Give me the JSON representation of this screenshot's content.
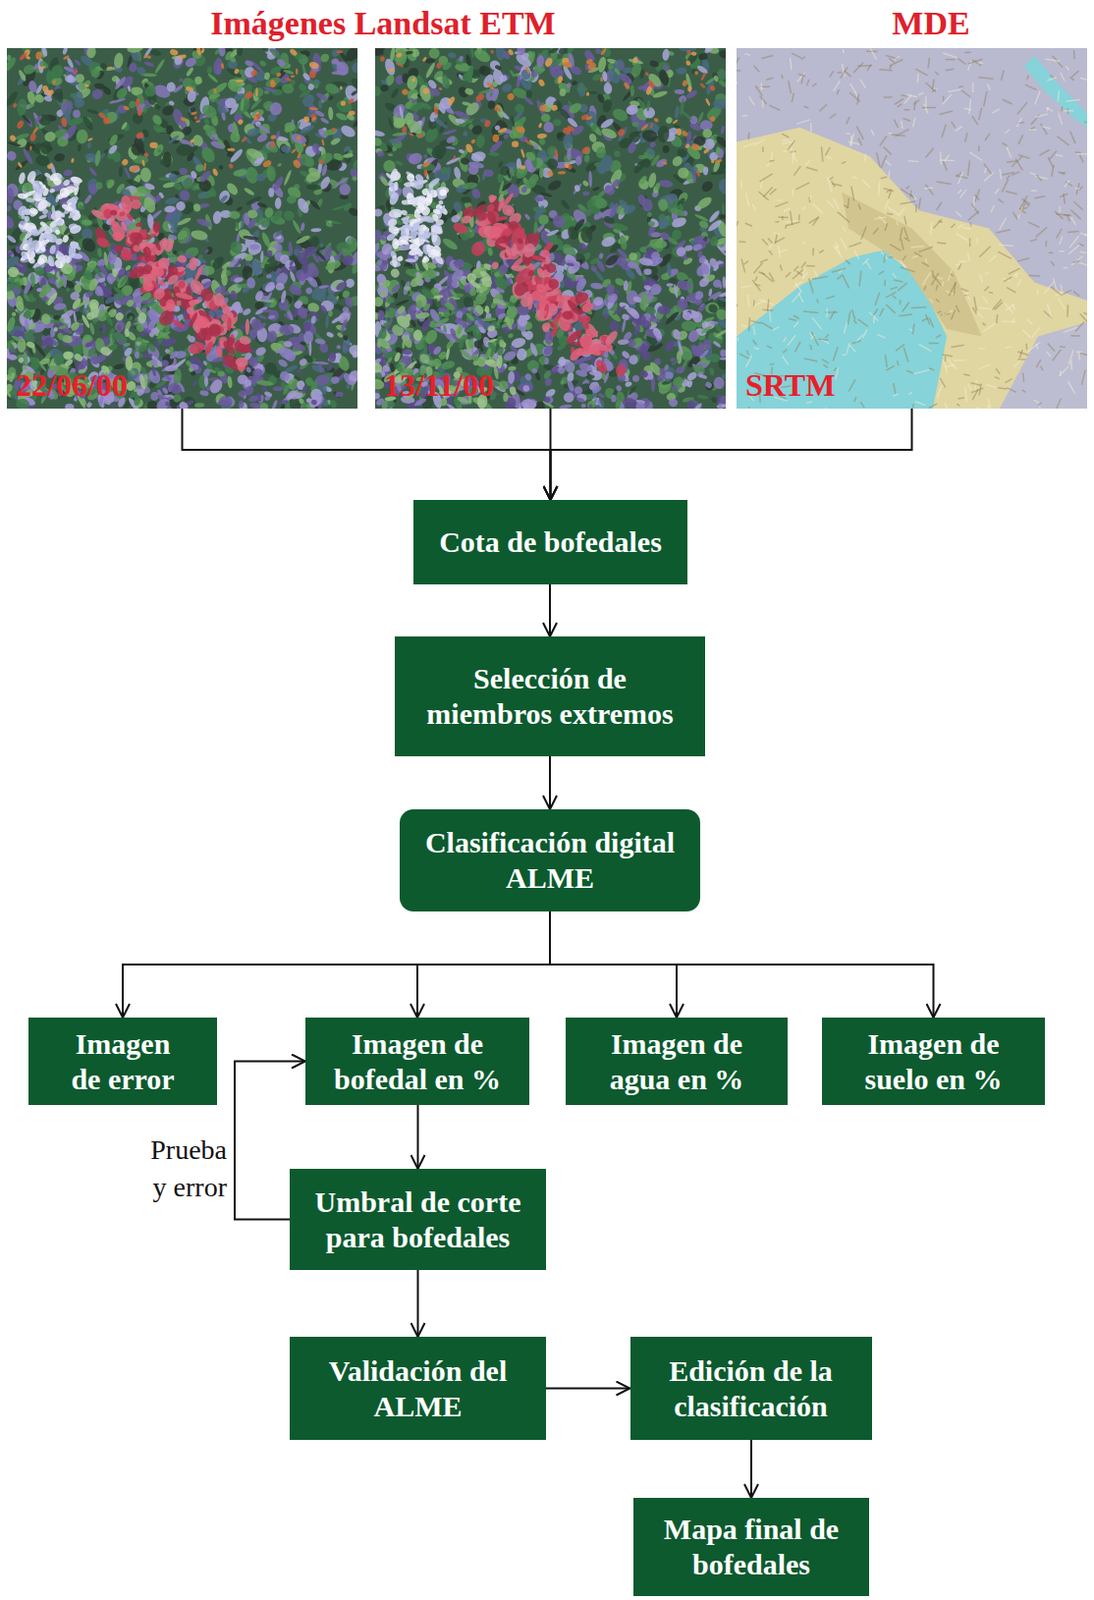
{
  "diagram": {
    "nodes": [
      {
        "text": [
          "22/06/00"
        ]
      },
      {
        "text": [
          "13/11/00"
        ]
      },
      {
        "text": [
          "SRTM"
        ]
      },
      {
        "text": [
          "Cota de bofedales"
        ]
      },
      {
        "text": [
          "Selección de miembros extremos"
        ]
      },
      {
        "text": [
          "Clasificación digital ALME"
        ]
      },
      {
        "text": [
          "Imagen de error"
        ]
      },
      {
        "text": [
          "Imagen de bofedal en %"
        ]
      },
      {
        "text": [
          "Imagen de agua en %"
        ]
      },
      {
        "text": [
          "Imagen de suelo en %"
        ]
      },
      {
        "text": [
          "Umbral de corte para bofedales"
        ]
      },
      {
        "text": [
          "Validación del ALME"
        ]
      },
      {
        "text": [
          "Edición de la clasificación"
        ]
      },
      {
        "text": [
          "Mapa final de bofedales"
        ]
      }
    ],
    "edges": [
      {
        "from": 0,
        "to": 3,
        "arrow": "to"
      },
      {
        "from": 1,
        "to": 3,
        "arrow": "to"
      },
      {
        "from": 2,
        "to": 3,
        "arrow": "to"
      },
      {
        "from": 3,
        "to": 4,
        "arrow": "to"
      },
      {
        "from": 4,
        "to": 5,
        "arrow": "to"
      },
      {
        "from": 5,
        "to": 6,
        "arrow": "to"
      },
      {
        "from": 5,
        "to": 7,
        "arrow": "to"
      },
      {
        "from": 5,
        "to": 8,
        "arrow": "to"
      },
      {
        "from": 5,
        "to": 9,
        "arrow": "to"
      },
      {
        "from": 7,
        "to": 10,
        "arrow": "to"
      },
      {
        "from": 10,
        "to": 7,
        "label": "Prueba y error",
        "arrow": "to"
      },
      {
        "from": 10,
        "to": 11,
        "arrow": "to"
      },
      {
        "from": 11,
        "to": 12,
        "arrow": "to"
      },
      {
        "from": 12,
        "to": 13,
        "arrow": "to"
      }
    ],
    "labels": [
      "Imágenes Landsat ETM",
      "MDE"
    ]
  }
}
